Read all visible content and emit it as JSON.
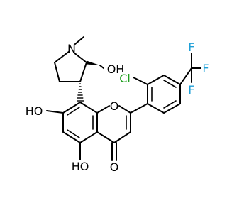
{
  "molecule": {
    "atoms": {
      "n1": "N",
      "oh_pyr": "OH",
      "cl": "Cl",
      "f_top": "F",
      "f_right": "F",
      "f_bottom": "F",
      "oh_7": "HO",
      "o_ring": "O",
      "oh_5": "HO",
      "o_keto": "O"
    },
    "colors": {
      "bond": "#000000",
      "chlorine": "#1fa01f",
      "fluorine": "#1fa0d8",
      "default_atom": "#000000"
    }
  }
}
